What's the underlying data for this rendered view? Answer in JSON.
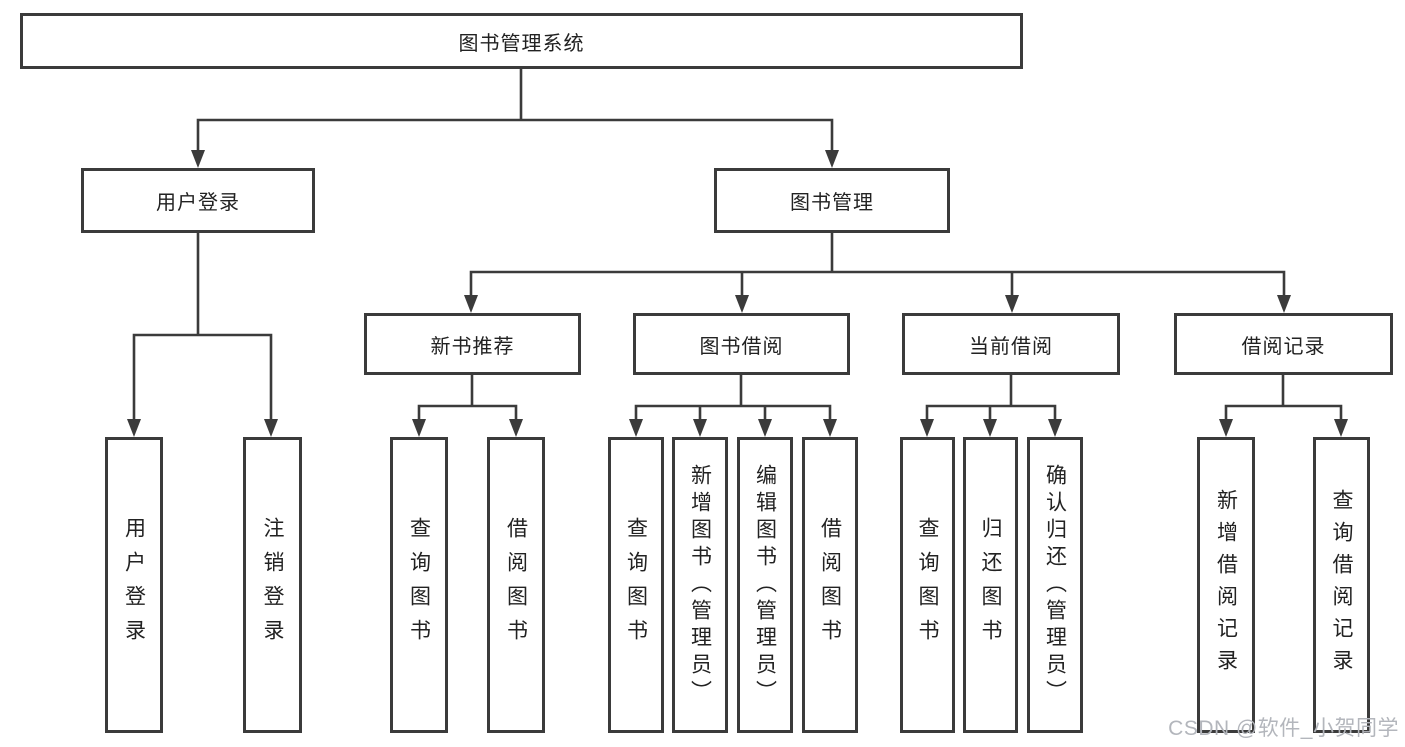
{
  "tree": {
    "root": "图书管理系统",
    "level2": [
      {
        "label": "用户登录",
        "leaves": [
          "用户登录",
          "注销登录"
        ]
      },
      {
        "label": "图书管理",
        "groups": [
          {
            "label": "新书推荐",
            "leaves": [
              "查询图书",
              "借阅图书"
            ]
          },
          {
            "label": "图书借阅",
            "leaves": [
              "查询图书",
              "新增图书（管理员）",
              "编辑图书（管理员）",
              "借阅图书"
            ]
          },
          {
            "label": "当前借阅",
            "leaves": [
              "查询图书",
              "归还图书",
              "确认归还（管理员）"
            ]
          },
          {
            "label": "借阅记录",
            "leaves": [
              "新增借阅记录",
              "查询借阅记录"
            ]
          }
        ]
      }
    ]
  },
  "watermark": {
    "text": "CSDN @软件_小贺同学",
    "color": "#b3b6bc"
  },
  "colors": {
    "line": "#3b3b3b",
    "text": "#222222",
    "background": "#ffffff"
  }
}
